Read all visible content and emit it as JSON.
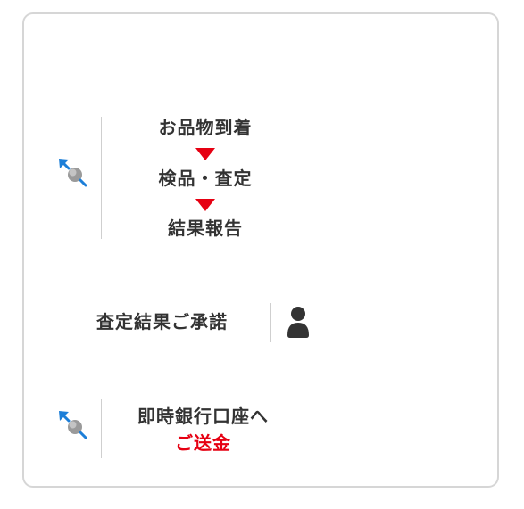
{
  "flow": {
    "steps": [
      "お品物到着",
      "検品・査定",
      "結果報告"
    ],
    "approve_label": "査定結果ご承諾",
    "transfer": {
      "line1": "即時銀行口座へ",
      "line2": "ご送金"
    }
  },
  "colors": {
    "accent_red": "#e60012",
    "text_dark": "#333333",
    "arrow_blue": "#1d7fd8",
    "border_gray": "#d6d6d6"
  },
  "icons": {
    "section1": "arrow-magnifier-icon",
    "section2": "person-icon",
    "section3": "arrow-magnifier-icon"
  }
}
